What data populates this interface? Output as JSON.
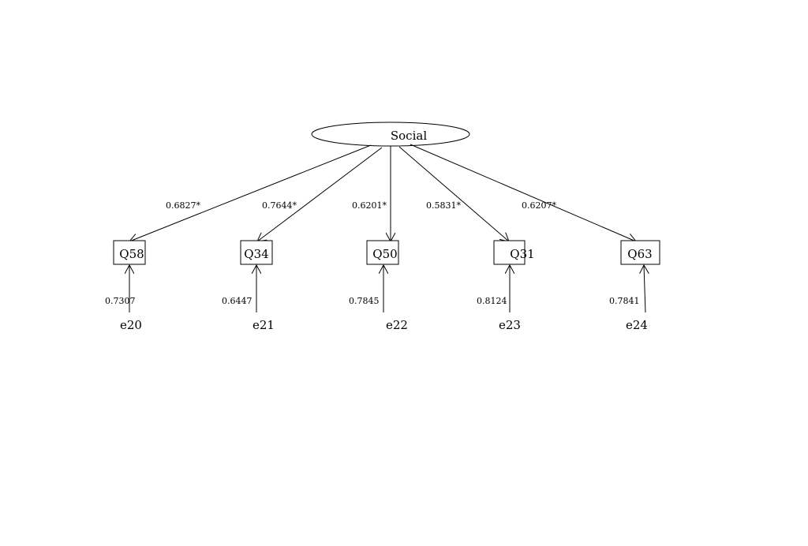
{
  "latent": {
    "label": "Social"
  },
  "indicators": [
    {
      "id": "Q58",
      "loading": "0.6827*",
      "error": "e20",
      "error_variance": "0.7307"
    },
    {
      "id": "Q34",
      "loading": "0.7644*",
      "error": "e21",
      "error_variance": "0.6447"
    },
    {
      "id": "Q50",
      "loading": "0.6201*",
      "error": "e22",
      "error_variance": "0.7845"
    },
    {
      "id": "Q31",
      "loading": "0.5831*",
      "error": "e23",
      "error_variance": "0.8124"
    },
    {
      "id": "Q63",
      "loading": "0.6207*",
      "error": "e24",
      "error_variance": "0.7841"
    }
  ]
}
